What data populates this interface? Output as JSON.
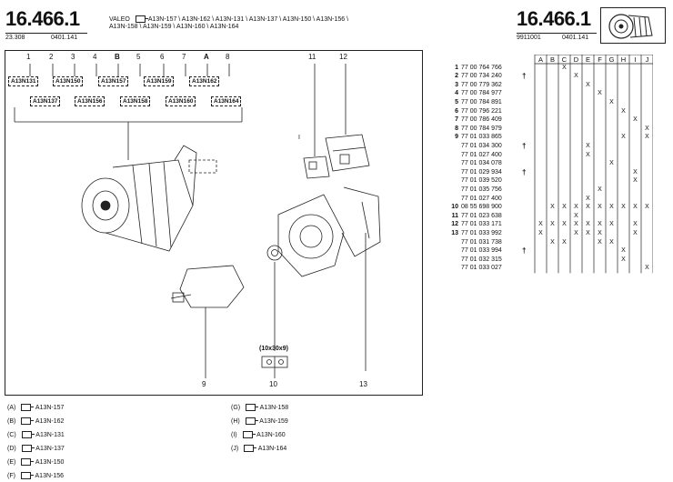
{
  "header": {
    "left_title": "16.466.1",
    "left_code": "23.308",
    "left_date": "0401.141",
    "maker": "VALEO",
    "models_line1": "A13N-157  \\ A13N-162  \\ A13N-131  \\ A13N-137  \\ A13N-150  \\ A13N-156  \\",
    "models_line2": "A13N-158 \\ A13N-159 \\ A13N-160 \\ A13N-164",
    "right_title": "16.466.1",
    "right_code": "9911001",
    "right_date": "0401.141"
  },
  "diagram": {
    "callouts_top": [
      "1",
      "2",
      "3",
      "4",
      "B",
      "5",
      "6",
      "7",
      "A",
      "8",
      "11",
      "12"
    ],
    "boxes_row1": [
      "A13N131",
      "A13N150",
      "A13N157",
      "A13N159",
      "A13N162"
    ],
    "boxes_row2": [
      "A13N137",
      "A13N156",
      "A13N158",
      "A13N160",
      "A13N164"
    ],
    "bottom_labels": [
      "9",
      "10",
      "13"
    ],
    "washer_label": "(10x30x9)",
    "small_label": "I"
  },
  "table": {
    "columns": [
      "A",
      "B",
      "C",
      "D",
      "E",
      "F",
      "G",
      "H",
      "I",
      "J"
    ],
    "rows": [
      {
        "num": "1",
        "ref": "77 00 764 766",
        "dag": "",
        "marks": {
          "C": "X"
        }
      },
      {
        "num": "2",
        "ref": "77 00 734 240",
        "dag": "†",
        "marks": {
          "D": "X"
        }
      },
      {
        "num": "3",
        "ref": "77 00 779 362",
        "dag": "",
        "marks": {
          "E": "X"
        }
      },
      {
        "num": "4",
        "ref": "77 00 784 977",
        "dag": "",
        "marks": {
          "F": "X"
        }
      },
      {
        "num": "5",
        "ref": "77 00 784 891",
        "dag": "",
        "marks": {
          "G": "X"
        }
      },
      {
        "num": "6",
        "ref": "77 00 796 221",
        "dag": "",
        "marks": {
          "H": "X"
        }
      },
      {
        "num": "7",
        "ref": "77 00 786 409",
        "dag": "",
        "marks": {
          "I": "X"
        }
      },
      {
        "num": "8",
        "ref": "77 00 784 979",
        "dag": "",
        "marks": {
          "J": "X"
        }
      },
      {
        "num": "9",
        "ref": "77 01 033 865",
        "dag": "",
        "marks": {
          "H": "X",
          "J": "X"
        }
      },
      {
        "num": "",
        "ref": "77 01 034 300",
        "dag": "†",
        "marks": {
          "E": "X"
        }
      },
      {
        "num": "",
        "ref": "77 01 027 400",
        "dag": "",
        "marks": {
          "E": "X"
        }
      },
      {
        "num": "",
        "ref": "77 01 034 078",
        "dag": "",
        "marks": {
          "G": "X"
        }
      },
      {
        "num": "",
        "ref": "77 01 029 934",
        "dag": "†",
        "marks": {
          "I": "X"
        }
      },
      {
        "num": "",
        "ref": "77 01 039 520",
        "dag": "",
        "marks": {
          "I": "X"
        }
      },
      {
        "num": "",
        "ref": "77 01 035 756",
        "dag": "",
        "marks": {
          "F": "X"
        }
      },
      {
        "num": "",
        "ref": "77 01 027 400",
        "dag": "",
        "marks": {
          "E": "X"
        }
      },
      {
        "num": "10",
        "ref": "08 55 698 900",
        "dag": "",
        "marks": {
          "B": "X",
          "C": "X",
          "D": "X",
          "E": "X",
          "F": "X",
          "G": "X",
          "H": "X",
          "I": "X",
          "J": "X"
        }
      },
      {
        "num": "11",
        "ref": "77 01 023 638",
        "dag": "",
        "marks": {
          "D": "X"
        }
      },
      {
        "num": "12",
        "ref": "77 01 033 171",
        "dag": "",
        "marks": {
          "A": "X",
          "B": "X",
          "C": "X",
          "D": "X",
          "E": "X",
          "F": "X",
          "G": "X",
          "I": "X"
        }
      },
      {
        "num": "13",
        "ref": "77 01 033 992",
        "dag": "",
        "marks": {
          "A": "X",
          "D": "X",
          "E": "X",
          "F": "X",
          "I": "X"
        }
      },
      {
        "num": "",
        "ref": "77 01 031 738",
        "dag": "",
        "marks": {
          "B": "X",
          "C": "X",
          "F": "X",
          "G": "X"
        }
      },
      {
        "num": "",
        "ref": "77 01 033 994",
        "dag": "†",
        "marks": {
          "H": "X"
        }
      },
      {
        "num": "",
        "ref": "77 01 032 315",
        "dag": "",
        "marks": {
          "H": "X"
        }
      },
      {
        "num": "",
        "ref": "77 01 033 027",
        "dag": "",
        "marks": {
          "J": "X"
        }
      }
    ]
  },
  "legend": [
    {
      "key": "(A)",
      "model": "A13N-157"
    },
    {
      "key": "(B)",
      "model": "A13N-162"
    },
    {
      "key": "(C)",
      "model": "A13N-131"
    },
    {
      "key": "(D)",
      "model": "A13N-137"
    },
    {
      "key": "(E)",
      "model": "A13N-150"
    },
    {
      "key": "(F)",
      "model": "A13N-156"
    },
    {
      "key": "(G)",
      "model": "A13N-158"
    },
    {
      "key": "(H)",
      "model": "A13N-159"
    },
    {
      "key": "(I)",
      "model": "A13N-160"
    },
    {
      "key": "(J)",
      "model": "A13N-164"
    }
  ]
}
